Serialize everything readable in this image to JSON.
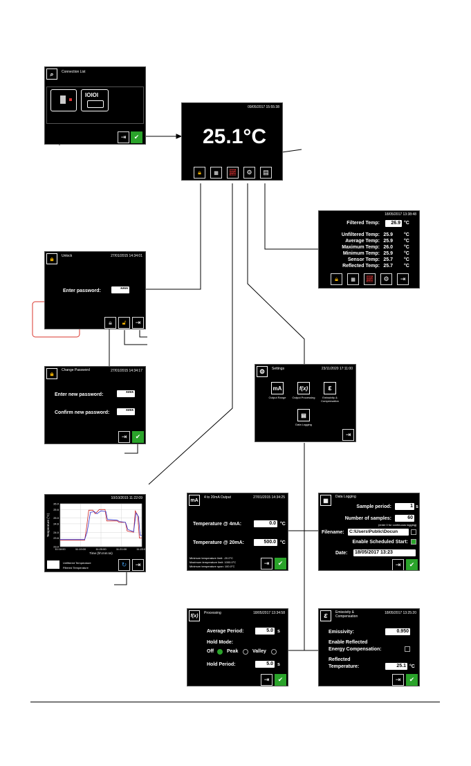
{
  "connection": {
    "title": "Connection List",
    "ports_label": "IOIOI"
  },
  "main": {
    "timestamp": "09/05/2017 15:55:38",
    "reading": "25.1°C"
  },
  "readings": {
    "timestamp": "18/05/2017 13:38:48",
    "filtered_label": "Filtered Temp:",
    "filtered_value": "26.9",
    "filtered_unit": "°C",
    "rows": [
      {
        "label": "Unfiltered Temp:",
        "value": "25.9",
        "unit": "°C"
      },
      {
        "label": "Average Temp:",
        "value": "25.9",
        "unit": "°C"
      },
      {
        "label": "Maximum Temp:",
        "value": "26.0",
        "unit": "°C"
      },
      {
        "label": "Minimum Temp:",
        "value": "25.9",
        "unit": "°C"
      },
      {
        "label": "Sensor Temp:",
        "value": "25.7",
        "unit": "°C"
      },
      {
        "label": "Reflected Temp:",
        "value": "25.7",
        "unit": "°C"
      }
    ]
  },
  "unlock": {
    "title": "Unlock",
    "timestamp": "27/01/2015 14:34:01",
    "prompt": "Enter password:",
    "password": "****"
  },
  "change_password": {
    "title": "Change Password",
    "timestamp": "27/01/2015 14:34:17",
    "new_label": "Enter new password:",
    "new_value": "****",
    "confirm_label": "Confirm new password:",
    "confirm_value": "****"
  },
  "settings": {
    "title": "Settings",
    "timestamp": "23/11/2020 17:11:00",
    "tiles": [
      {
        "icon": "mA",
        "label": "Output Range"
      },
      {
        "icon": "f(x)",
        "label": "Output Processing"
      },
      {
        "icon": "ε",
        "label": "Emissivity & Compensation"
      },
      {
        "icon": "▤",
        "label": "Data Logging"
      }
    ]
  },
  "graph": {
    "timestamp": "10/10/2015 11:22:09",
    "legend": [
      "Unfiltered Temperature",
      "Filtered Temperature"
    ]
  },
  "chart_data": {
    "type": "line",
    "xlabel": "Time (hh:mm:ss)",
    "ylabel": "Temperature (°C)",
    "x": [
      "11:18:00",
      "11:19:00",
      "11:20:00",
      "11:21:00",
      "11:22:00"
    ],
    "y_ticks": [
      "23.0",
      "23.6",
      "24.0",
      "24.6",
      "25.0",
      "25.6",
      "26.0"
    ],
    "ylim": [
      23.0,
      26.0
    ],
    "series": [
      {
        "name": "Unfiltered Temperature",
        "color": "#cc2222",
        "points": [
          [
            0,
            23.45
          ],
          [
            0.3,
            23.45
          ],
          [
            0.32,
            24.2
          ],
          [
            0.35,
            25.55
          ],
          [
            0.4,
            25.55
          ],
          [
            0.43,
            25.3
          ],
          [
            0.48,
            25.6
          ],
          [
            0.55,
            25.6
          ],
          [
            0.57,
            24.8
          ],
          [
            0.7,
            24.8
          ],
          [
            0.72,
            24.7
          ],
          [
            0.8,
            24.7
          ],
          [
            0.82,
            24.1
          ],
          [
            0.9,
            24.0
          ],
          [
            0.92,
            25.5
          ],
          [
            0.95,
            25.2
          ],
          [
            0.97,
            23.6
          ],
          [
            1.0,
            23.6
          ]
        ]
      },
      {
        "name": "Filtered Temperature",
        "color": "#3333cc",
        "points": [
          [
            0,
            23.5
          ],
          [
            0.3,
            23.5
          ],
          [
            0.33,
            24.0
          ],
          [
            0.37,
            25.4
          ],
          [
            0.42,
            25.45
          ],
          [
            0.45,
            25.3
          ],
          [
            0.5,
            25.5
          ],
          [
            0.56,
            25.45
          ],
          [
            0.58,
            24.9
          ],
          [
            0.7,
            24.85
          ],
          [
            0.73,
            24.75
          ],
          [
            0.8,
            24.7
          ],
          [
            0.83,
            24.2
          ],
          [
            0.9,
            24.05
          ],
          [
            0.93,
            25.35
          ],
          [
            0.96,
            25.1
          ],
          [
            0.98,
            23.8
          ],
          [
            1.0,
            23.8
          ]
        ]
      }
    ]
  },
  "output_range": {
    "title": "4 to 20mA Output",
    "timestamp": "27/01/2015 14:34:25",
    "t4_label": "Temperature @ 4mA:",
    "t4_value": "0.0",
    "t20_label": "Temperature @ 20mA:",
    "t20_value": "500.0",
    "unit": "°C",
    "notes": [
      "Minimum temperature limit: -20.0°C",
      "Maximum temperature limit: 1000.0°C",
      "Minimum temperature span: 100.0°C"
    ]
  },
  "data_logging": {
    "title": "Data Logging",
    "period_label": "Sample period:",
    "period_value": "1",
    "period_unit": "s",
    "samples_label": "Number of samples:",
    "samples_value": "60",
    "samples_note": "(enter 0 for continuous logging)",
    "filename_label": "Filename:",
    "filename_value": "C:\\Users\\Public\\Docun",
    "sched_label": "Enable Scheduled Start:",
    "date_label": "Date:",
    "date_value": "18/05/2017   13:23"
  },
  "processing": {
    "title": "Processing",
    "timestamp": "18/05/2017 13:34:58",
    "avg_label": "Average Period:",
    "avg_value": "5.0",
    "avg_unit": "s",
    "hold_label": "Hold Mode:",
    "modes": [
      "Off",
      "Peak",
      "Valley"
    ],
    "hold_period_label": "Hold Period:",
    "hold_period_value": "5.0",
    "hold_period_unit": "s"
  },
  "emissivity": {
    "title": "Emissivity & Compensation",
    "timestamp": "18/05/2017 13:25:20",
    "emis_label": "Emissivity:",
    "emis_value": "0.950",
    "enable_label_1": "Enable Reflected",
    "enable_label_2": "Energy Compensation:",
    "refl_label_1": "Reflected",
    "refl_label_2": "Temperature:",
    "refl_value": "25.1",
    "refl_unit": "°C"
  },
  "colors": {
    "screen_bg": "#000000",
    "ok_green": "#2aa32a",
    "lock_yellow": "#f2b200",
    "callout_red": "#d9342b"
  }
}
